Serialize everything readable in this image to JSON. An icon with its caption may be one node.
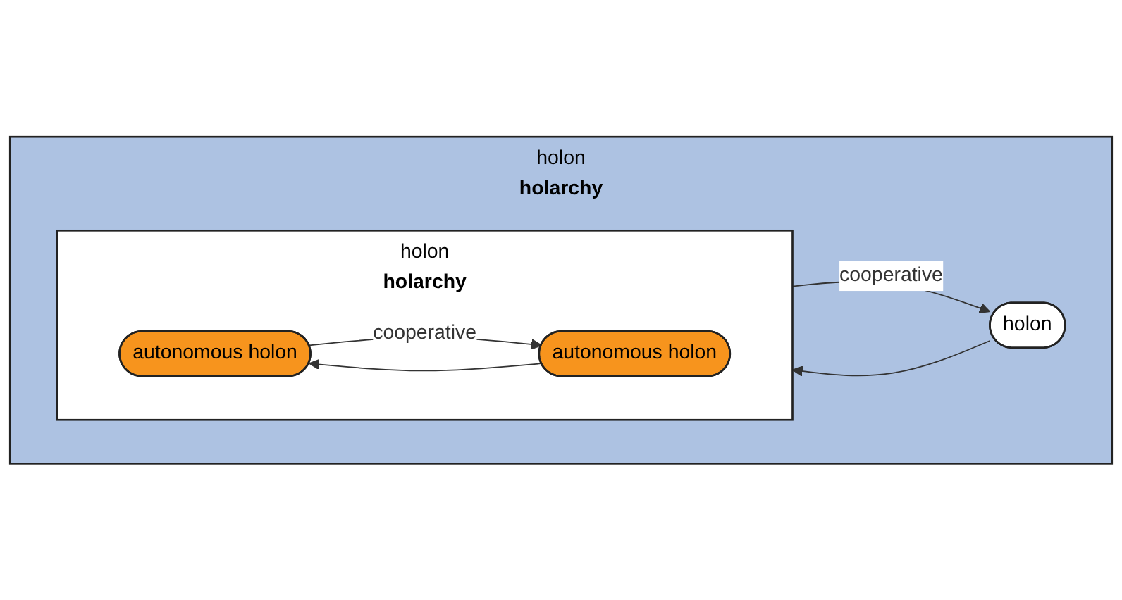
{
  "diagram": {
    "nodes": [
      {
        "text": [
          "holon",
          "holarchy"
        ]
      },
      {
        "text": [
          "holon",
          "holarchy"
        ],
        "in": 0
      },
      {
        "text": [
          "autonomous holon"
        ],
        "in": 1
      },
      {
        "text": [
          "autonomous holon"
        ],
        "in": 1
      },
      {
        "text": [
          "holon"
        ],
        "in": 0
      }
    ],
    "edges": [
      {
        "from": 2,
        "to": 3,
        "arrow": "to",
        "label": "cooperative"
      },
      {
        "from": 3,
        "to": 2,
        "arrow": "to"
      },
      {
        "from": 1,
        "to": 4,
        "arrow": "to",
        "label": "cooperative"
      },
      {
        "from": 4,
        "to": 1,
        "arrow": "to"
      }
    ]
  }
}
